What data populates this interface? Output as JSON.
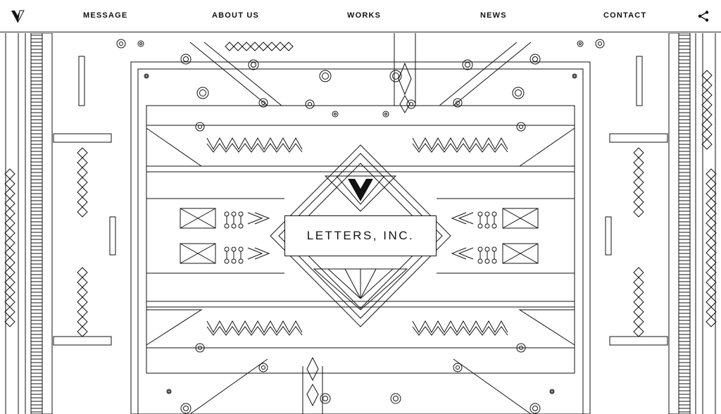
{
  "nav": {
    "logo_icon": "letters-v-logo-icon",
    "items": [
      "MESSAGE",
      "ABOUT US",
      "WORKS",
      "NEWS",
      "CONTACT"
    ],
    "share_icon": "share-icon"
  },
  "hero": {
    "company_name": "LETTERS, INC."
  },
  "colors": {
    "line": "#111111",
    "background": "#ffffff"
  }
}
